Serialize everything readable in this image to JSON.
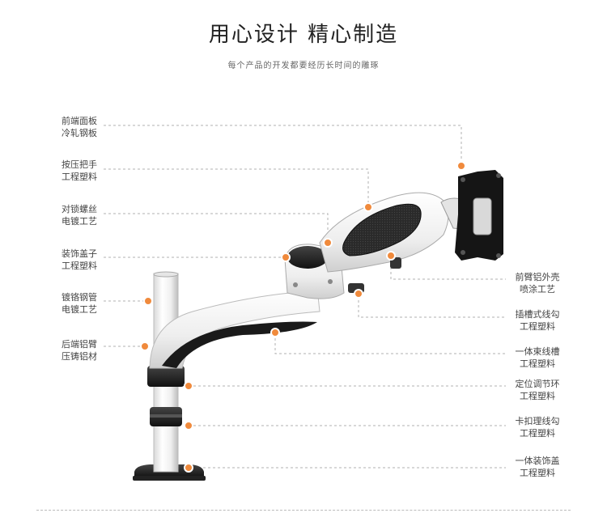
{
  "header": {
    "title": "用心设计  精心制造",
    "subtitle": "每个产品的开发都要经历长时间的雕琢"
  },
  "left_labels": [
    {
      "line1": "前端面板",
      "line2": "冷轧钢板"
    },
    {
      "line1": "按压把手",
      "line2": "工程塑料"
    },
    {
      "line1": "对锁螺丝",
      "line2": "电镀工艺"
    },
    {
      "line1": "装饰盖子",
      "line2": "工程塑料"
    },
    {
      "line1": "镀铬钢管",
      "line2": "电镀工艺"
    },
    {
      "line1": "后端铝臂",
      "line2": "压铸铝材"
    }
  ],
  "right_labels": [
    {
      "line1": "前臂铝外壳",
      "line2": "喷涂工艺"
    },
    {
      "line1": "插槽式线勾",
      "line2": "工程塑料"
    },
    {
      "line1": "一体束线槽",
      "line2": "工程塑料"
    },
    {
      "line1": "定位调节环",
      "line2": "工程塑料"
    },
    {
      "line1": "卡扣理线勾",
      "line2": "工程塑料"
    },
    {
      "line1": "一体装饰盖",
      "line2": "工程塑料"
    }
  ],
  "colors": {
    "marker": "#f08a3c",
    "leader": "#b0b0b0",
    "arm_dark": "#1f1f1f",
    "arm_light": "#f2f2f2"
  }
}
